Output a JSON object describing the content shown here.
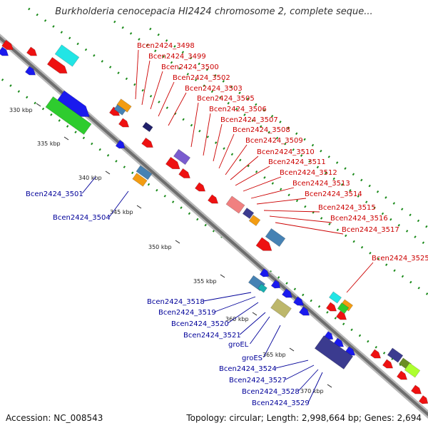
{
  "title": "Burkholderia cenocepacia HI2424 chromosome 2, complete seque...",
  "footer": {
    "accession": "Accession: NC_008543",
    "summary": "Topology: circular; Length: 2,998,664 bp; Genes: 2,694"
  },
  "kbp_labels": [
    "330 kbp",
    "335 kbp",
    "340 kbp",
    "345 kbp",
    "350 kbp",
    "355 kbp",
    "360 kbp",
    "365 kbp",
    "370 kbp"
  ],
  "top_genes": [
    "Bcen2424_3498",
    "Bcen2424_3499",
    "Bcen2424_3500",
    "Bcen2424_3502",
    "Bcen2424_3503",
    "Bcen2424_3505",
    "Bcen2424_3506",
    "Bcen2424_3507",
    "Bcen2424_3508",
    "Bcen2424_3509",
    "Bcen2424_3510",
    "Bcen2424_3511",
    "Bcen2424_3512",
    "Bcen2424_3513",
    "Bcen2424_3514",
    "Bcen2424_3515",
    "Bcen2424_3516",
    "Bcen2424_3517",
    "Bcen2424_3525"
  ],
  "bottom_genes": [
    "Bcen2424_3501",
    "Bcen2424_3504",
    "Bcen2424_3518",
    "Bcen2424_3519",
    "Bcen2424_3520",
    "Bcen2424_3521",
    "groEL",
    "groES",
    "Bcen2424_3524",
    "Bcen2424_3527",
    "Bcen2424_3528",
    "Bcen2424_3529"
  ],
  "colors": {
    "forward_strand": "#ee1111",
    "reverse_strand": "#1a1aee",
    "backbone": "#9a9a9a",
    "dotted_guide": "#1a8a1a",
    "label_forward": "#cc0000",
    "label_reverse": "#000099"
  }
}
